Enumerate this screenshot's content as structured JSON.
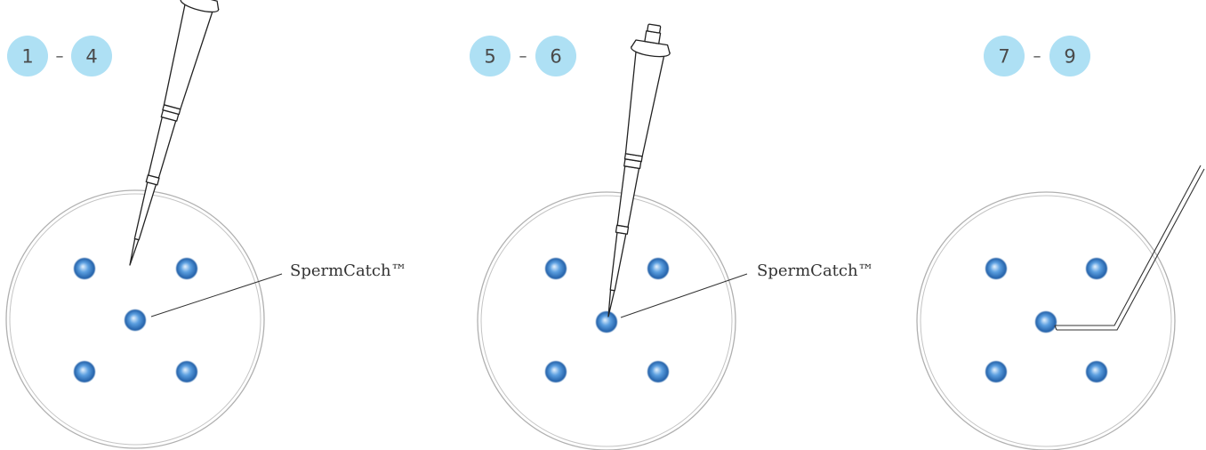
{
  "colors": {
    "step_badge": "#aee0f4",
    "dish_outline": "#b0b0b0",
    "drop_core": "#e8f4ff",
    "drop_mid": "#4f94d8",
    "drop_edge": "#1f5ea6"
  },
  "panels": [
    {
      "id": "panel-1",
      "step_start": "1",
      "step_dash": "–",
      "step_end": "4",
      "callout": "SpermCatch™",
      "tool": "pipette"
    },
    {
      "id": "panel-2",
      "step_start": "5",
      "step_dash": "–",
      "step_end": "6",
      "callout": "SpermCatch™",
      "tool": "pipette"
    },
    {
      "id": "panel-3",
      "step_start": "7",
      "step_dash": "–",
      "step_end": "9",
      "tool": "needle"
    }
  ]
}
